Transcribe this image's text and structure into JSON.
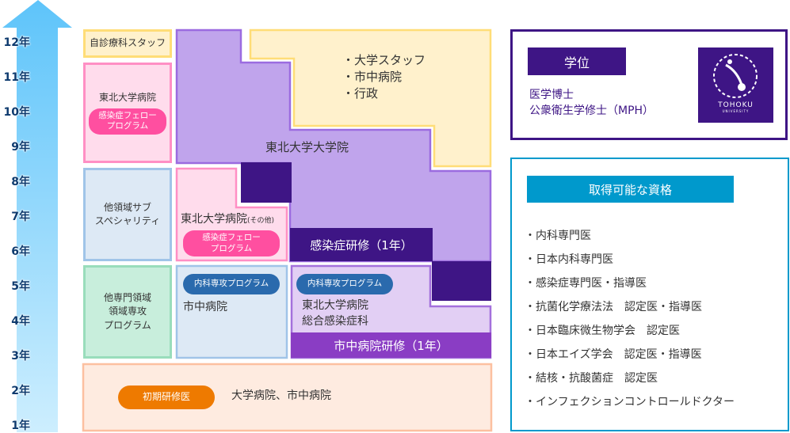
{
  "years": [
    "12年",
    "11年",
    "10年",
    "9年",
    "8年",
    "7年",
    "6年",
    "5年",
    "4年",
    "3年",
    "2年",
    "1年"
  ],
  "left_column": {
    "own_dept_staff": "自診療科スタッフ",
    "tohoku_hospital": "東北大学病院",
    "fellow_program": "感染症フェロー\nプログラム",
    "sub_specialty": [
      "他領域サブ",
      "スペシャリティ"
    ],
    "other_specialty": [
      "他専門領域",
      "領域専攻",
      "プログラム"
    ]
  },
  "middle_column": {
    "tohoku_hospital_other": "東北大学病院",
    "other_suffix": "(その他)",
    "fellow_program": "感染症フェロー\nプログラム",
    "internal_medicine_program": "内科専攻プログラム",
    "city_hospital": "市中病院"
  },
  "main": {
    "careers": [
      "・大学スタッフ",
      "・市中病院",
      "・行政"
    ],
    "graduate_school": "東北大学大学院",
    "infection_training": "感染症研修（1年）",
    "internal_medicine_program": "内科専攻プログラム",
    "tohoku_general_infection": [
      "東北大学病院",
      "総合感染症科"
    ],
    "city_hospital_training": "市中病院研修（1年）"
  },
  "initial": {
    "badge": "初期研修医",
    "text": "大学病院、市中病院"
  },
  "degree": {
    "heading": "学位",
    "items": [
      "医学博士",
      "公衆衛生学修士（MPH）"
    ],
    "logo_text": "TOHOKU",
    "logo_sub": "UNIVERSITY"
  },
  "qualifications": {
    "heading": "取得可能な資格",
    "items": [
      "・内科専門医",
      "・日本内科専門医",
      "・感染症専門医・指導医",
      "・抗菌化学療法法　認定医・指導医",
      "・日本臨床微生物学会　認定医",
      "・日本エイズ学会　認定医・指導医",
      "・結核・抗酸菌症　認定医",
      "・インフェクションコントロールドクター"
    ]
  },
  "colors": {
    "purple_dark": "#3e1585",
    "purple_light": "#c0a4ec",
    "accent_blue": "#0099cc",
    "pink": "#ff4fa0",
    "orange": "#ee7a00",
    "blue_pill": "#2a6aad"
  }
}
